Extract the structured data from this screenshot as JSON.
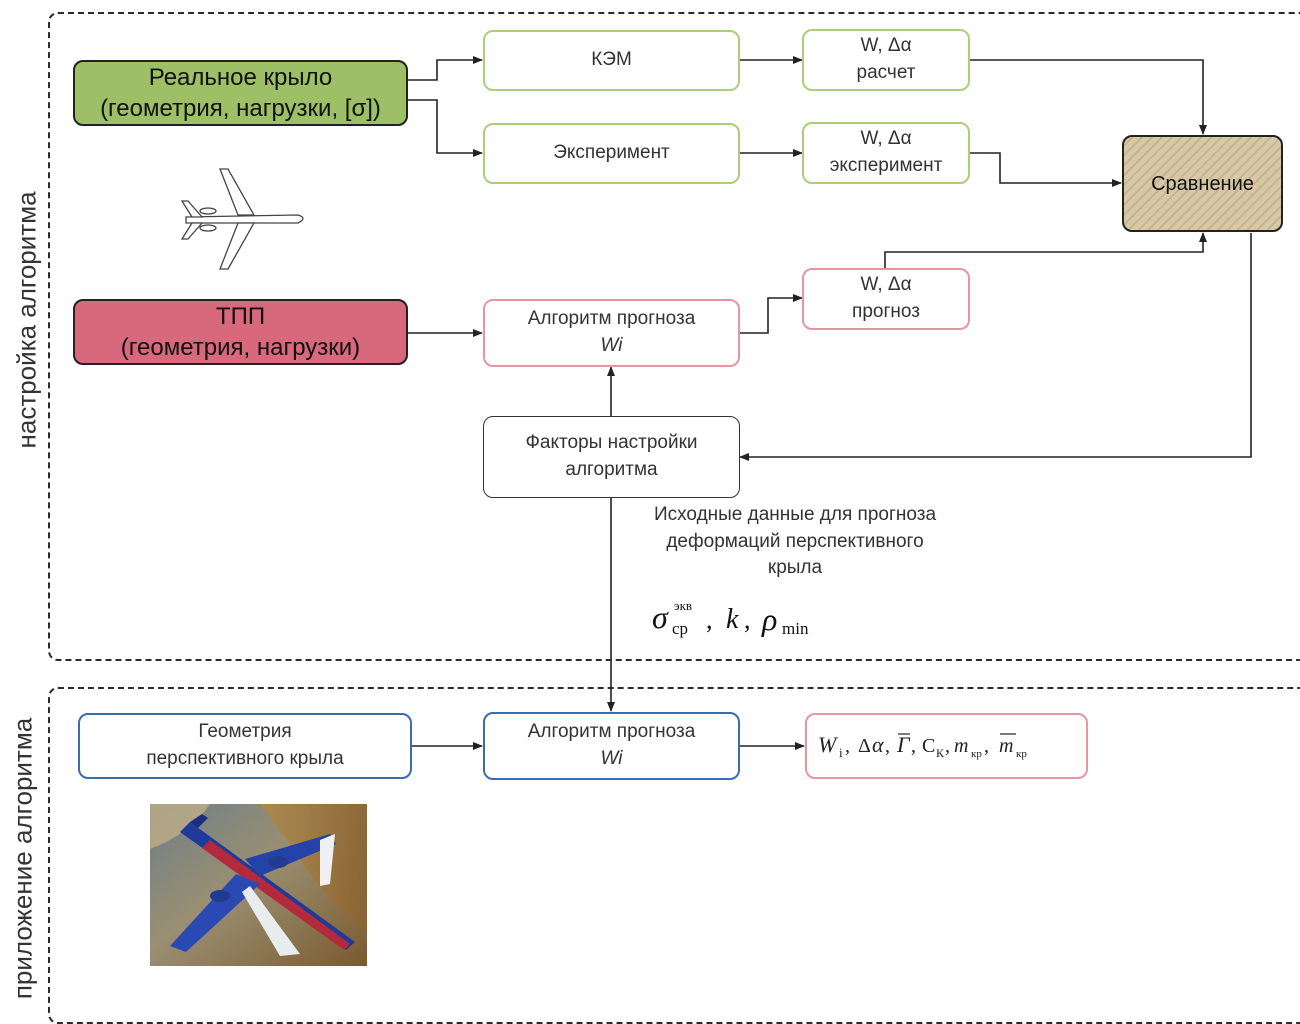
{
  "sections": {
    "tuning_label": "настройка алгоритма",
    "application_label": "приложение алгоритма"
  },
  "nodes": {
    "real_wing_line1": "Реальное крыло",
    "real_wing_line2": "(геометрия, нагрузки, [σ])",
    "kem": "КЭМ",
    "w_calc_line1": "W, Δα",
    "w_calc_line2": "расчет",
    "experiment": "Эксперимент",
    "w_exp_line1": "W, Δα",
    "w_exp_line2": "эксперимент",
    "comparison": "Сравнение",
    "tpp_line1": "ТПП",
    "tpp_line2": "(геометрия, нагрузки)",
    "algorithm_line1": "Алгоритм прогноза",
    "algorithm_line2": "Wi",
    "w_forecast_line1": "W, Δα",
    "w_forecast_line2": "прогноз",
    "factors_line1": "Факторы настройки",
    "factors_line2": "алгоритма",
    "geometry_line1": "Геометрия",
    "geometry_line2": "перспективного крыла",
    "algorithm2_line1": "Алгоритм прогноза",
    "algorithm2_line2": "Wi"
  },
  "annotations": {
    "input_data_line1": "Исходные данные для прогноза",
    "input_data_line2": "деформаций перспективного",
    "input_data_line3": "крыла"
  },
  "formulas": {
    "params": "σ_ср^экв, k, ρ_min",
    "outputs": "W_i, Δα, Γ̄, C_K, m_кр, m̄_кр"
  },
  "colors": {
    "green_accent": "#9dbf66",
    "red_accent": "#d8687c",
    "blue_border": "#3b6bb0",
    "hatch_fill": "#d7c9a8"
  },
  "icons": [
    "airplane-outline-icon",
    "airplane-photo"
  ]
}
